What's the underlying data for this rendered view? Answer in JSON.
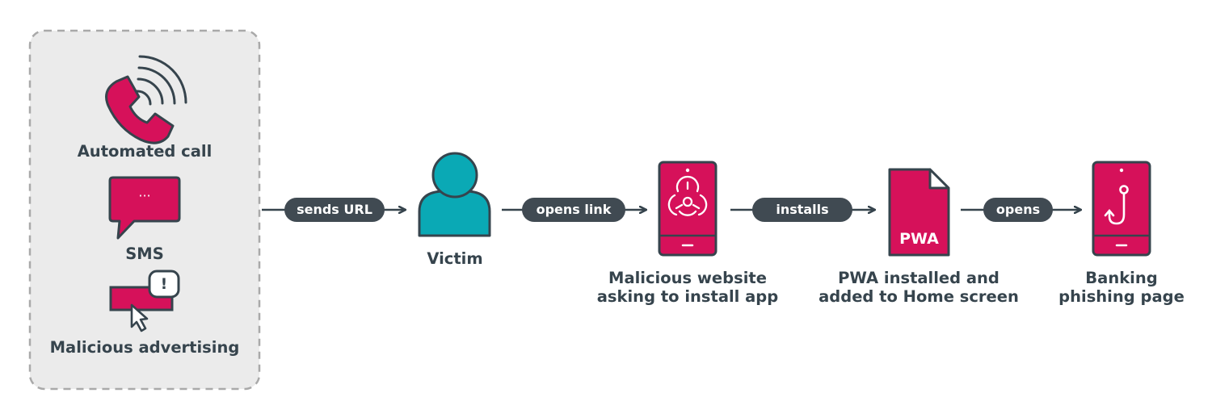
{
  "sources": {
    "automated_call": "Automated call",
    "sms": "SMS",
    "sms_dots": "···",
    "malicious_advertising": "Malicious advertising",
    "alert_mark": "!"
  },
  "flow": {
    "step1_label": "sends URL",
    "victim": "Victim",
    "step2_label": "opens link",
    "website_line1": "Malicious website",
    "website_line2": "asking to install app",
    "step3_label": "installs",
    "pwa_badge": "PWA",
    "pwa_line1": "PWA installed and",
    "pwa_line2": "added to Home screen",
    "step4_label": "opens",
    "phishing_line1": "Banking",
    "phishing_line2": "phishing page"
  },
  "colors": {
    "accent": "#d6115a",
    "victim": "#0aa9b5",
    "outline": "#36444d",
    "pill": "#404a52",
    "panel": "#ebebeb"
  }
}
